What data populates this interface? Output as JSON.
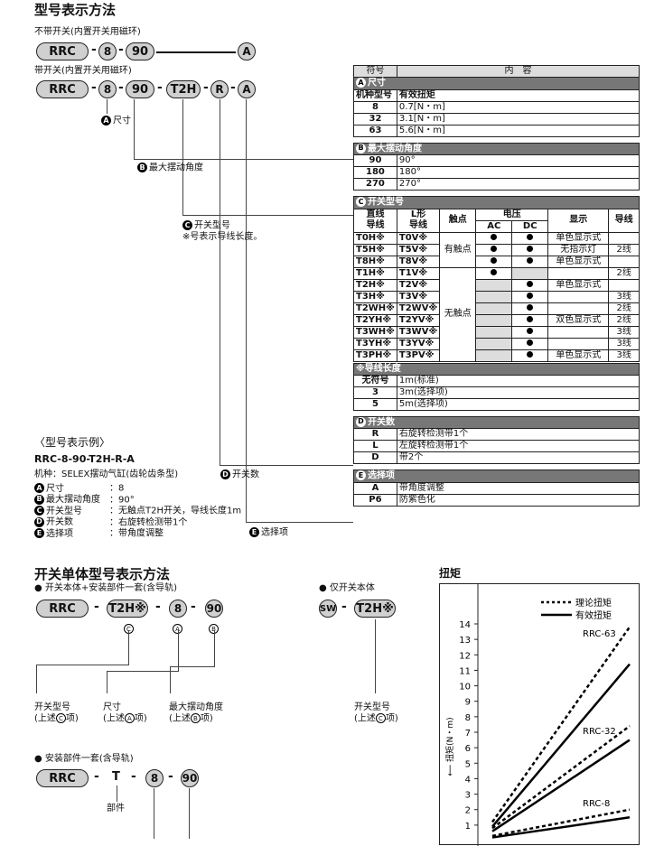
{
  "title": "型号表示方法",
  "no_switch": {
    "label": "不带开关(内置开关用磁环)",
    "parts": [
      "RRC",
      "8",
      "90",
      "A"
    ]
  },
  "with_switch": {
    "label": "带开关(内置开关用磁环)",
    "parts": [
      "RRC",
      "8",
      "90",
      "T2H",
      "R",
      "A"
    ]
  },
  "callouts": {
    "a": {
      "letter": "A",
      "text": "尺寸"
    },
    "b": {
      "letter": "B",
      "text": "最大摆动角度"
    },
    "c": {
      "letter": "C",
      "text": "开关型号",
      "note": "※号表示导线长度。"
    },
    "d": {
      "letter": "D",
      "text": "开关数"
    },
    "e": {
      "letter": "E",
      "text": "选择项"
    }
  },
  "table": {
    "col_code": "符号",
    "col_content": "内　容",
    "size": {
      "header": "尺寸",
      "letter": "A",
      "sub": [
        "机种型号",
        "有效扭矩"
      ],
      "rows": [
        [
          "8",
          "0.7[N・m]"
        ],
        [
          "32",
          "3.1[N・m]"
        ],
        [
          "63",
          "5.6[N・m]"
        ]
      ]
    },
    "angle": {
      "header": "最大摆动角度",
      "letter": "B",
      "rows": [
        [
          "90",
          "90°"
        ],
        [
          "180",
          "180°"
        ],
        [
          "270",
          "270°"
        ]
      ]
    },
    "switch": {
      "header": "开关型号",
      "letter": "C",
      "h_straight": "直线",
      "h_straight2": "导线",
      "h_l": "L形",
      "h_l2": "导线",
      "h_contact": "触点",
      "h_voltage": "电压",
      "h_ac": "AC",
      "h_dc": "DC",
      "h_display": "显示",
      "h_wire": "导线",
      "contact_yes": "有触点",
      "contact_no": "无触点",
      "rows": [
        [
          "T0H※",
          "T0V※",
          "●",
          "●",
          "单色显示式",
          ""
        ],
        [
          "T5H※",
          "T5V※",
          "●",
          "●",
          "无指示灯",
          "2线"
        ],
        [
          "T8H※",
          "T8V※",
          "●",
          "●",
          "单色显示式",
          ""
        ],
        [
          "T1H※",
          "T1V※",
          "●",
          "",
          "",
          "2线"
        ],
        [
          "T2H※",
          "T2V※",
          "",
          "●",
          "单色显示式",
          ""
        ],
        [
          "T3H※",
          "T3V※",
          "",
          "●",
          "",
          "3线"
        ],
        [
          "T2WH※",
          "T2WV※",
          "",
          "●",
          "",
          "2线"
        ],
        [
          "T2YH※",
          "T2YV※",
          "",
          "●",
          "双色显示式",
          "2线"
        ],
        [
          "T3WH※",
          "T3WV※",
          "",
          "●",
          "",
          "3线"
        ],
        [
          "T3YH※",
          "T3YV※",
          "",
          "●",
          "",
          "3线"
        ],
        [
          "T3PH※",
          "T3PV※",
          "",
          "●",
          "单色显示式",
          "3线"
        ]
      ]
    },
    "wire": {
      "header": "※导线长度",
      "rows": [
        [
          "无符号",
          "1m(标准)"
        ],
        [
          "3",
          "3m(选择项)"
        ],
        [
          "5",
          "5m(选择项)"
        ]
      ]
    },
    "count": {
      "header": "开关数",
      "letter": "D",
      "rows": [
        [
          "R",
          "右旋转检测带1个"
        ],
        [
          "L",
          "左旋转检测带1个"
        ],
        [
          "D",
          "带2个"
        ]
      ]
    },
    "option": {
      "header": "选择项",
      "letter": "E",
      "rows": [
        [
          "A",
          "带角度调整"
        ],
        [
          "P6",
          "防紫色化"
        ]
      ]
    }
  },
  "example": {
    "title": "〈型号表示例〉",
    "model": "RRC-8-90-T2H-R-A",
    "machine": "机种：SELEX摆动气缸(齿轮齿条型)",
    "items": [
      [
        "A",
        "尺寸",
        "：8"
      ],
      [
        "B",
        "最大摆动角度",
        "：90°"
      ],
      [
        "C",
        "开关型号",
        "：无触点T2H开关，导线长度1m"
      ],
      [
        "D",
        "开关数",
        "：右旋转检测带1个"
      ],
      [
        "E",
        "选择项",
        "：带角度调整"
      ]
    ]
  },
  "single": {
    "title": "开关单体型号表示方法",
    "body_kit": "● 开关本体+安装部件一套(含导轨)",
    "parts": [
      "RRC",
      "T2H※",
      "8",
      "90"
    ],
    "labels": [
      [
        "开关型号",
        "(上述",
        "C",
        "项)"
      ],
      [
        "尺寸",
        "(上述",
        "A",
        "项)"
      ],
      [
        "最大摆动角度",
        "(上述",
        "B",
        "项)"
      ]
    ],
    "body_only": "● 仅开关本体",
    "sw_parts": [
      "SW",
      "T2H※"
    ],
    "sw_label": [
      "开关型号",
      "(上述",
      "C",
      "项)"
    ],
    "kit": "● 安装部件一套(含导轨)",
    "kit_parts": [
      "RRC",
      "T",
      "8",
      "90"
    ],
    "kit_label": "部件"
  },
  "chart_data": {
    "type": "line",
    "title": "扭矩",
    "ylabel": "扭矩(N・m)",
    "ylim": [
      0,
      14
    ],
    "yticks": [
      1,
      2,
      3,
      4,
      5,
      6,
      7,
      8,
      9,
      10,
      11,
      12,
      13,
      14
    ],
    "legend": [
      "理论扭矩",
      "有效扭矩"
    ],
    "series_labels": [
      "RRC-63",
      "RRC-32",
      "RRC-8"
    ],
    "series": [
      {
        "name": "RRC-63",
        "kind": "理论扭矩",
        "values": [
          1.2,
          13.8
        ]
      },
      {
        "name": "RRC-63",
        "kind": "有效扭矩",
        "values": [
          0.9,
          11.4
        ]
      },
      {
        "name": "RRC-32",
        "kind": "理论扭矩",
        "values": [
          0.8,
          7.4
        ]
      },
      {
        "name": "RRC-32",
        "kind": "有效扭矩",
        "values": [
          0.6,
          6.5
        ]
      },
      {
        "name": "RRC-8",
        "kind": "理论扭矩",
        "values": [
          0.3,
          2.0
        ]
      },
      {
        "name": "RRC-8",
        "kind": "有效扭矩",
        "values": [
          0.2,
          1.5
        ]
      }
    ]
  }
}
